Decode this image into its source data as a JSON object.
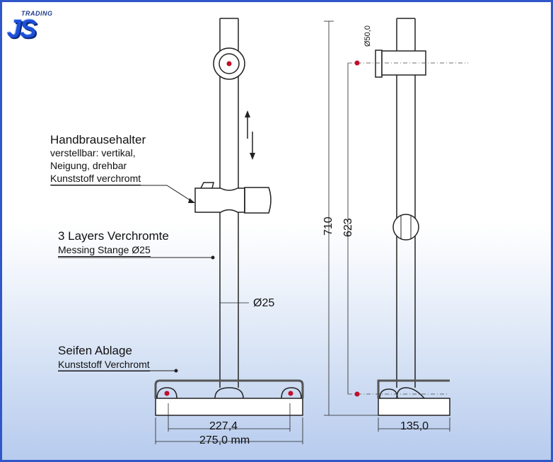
{
  "logo": {
    "tagline": "TRADING",
    "mark": "JS",
    "brand_color": "#1d4fd8"
  },
  "labels": {
    "holder_title": "Handbrausehalter",
    "holder_line1": "verstellbar: vertikal,",
    "holder_line2": "Neigung, drehbar",
    "holder_line3": "Kunststoff verchromt",
    "rod_title": "3 Layers Verchromte",
    "rod_line1": "Messing Stange Ø25",
    "dish_title": "Seifen Ablage",
    "dish_line1": "Kunststoff Verchromt"
  },
  "dimensions": {
    "rod_diameter": "Ø25",
    "inner_width": "227,4",
    "outer_width": "275,0 mm",
    "side_depth": "135,0",
    "total_height": "710",
    "mount_height": "623",
    "bracket_diameter": "Ø50,0"
  },
  "colors": {
    "frame": "#2f57c9",
    "marker": "#c0102a",
    "line": "#222222"
  }
}
